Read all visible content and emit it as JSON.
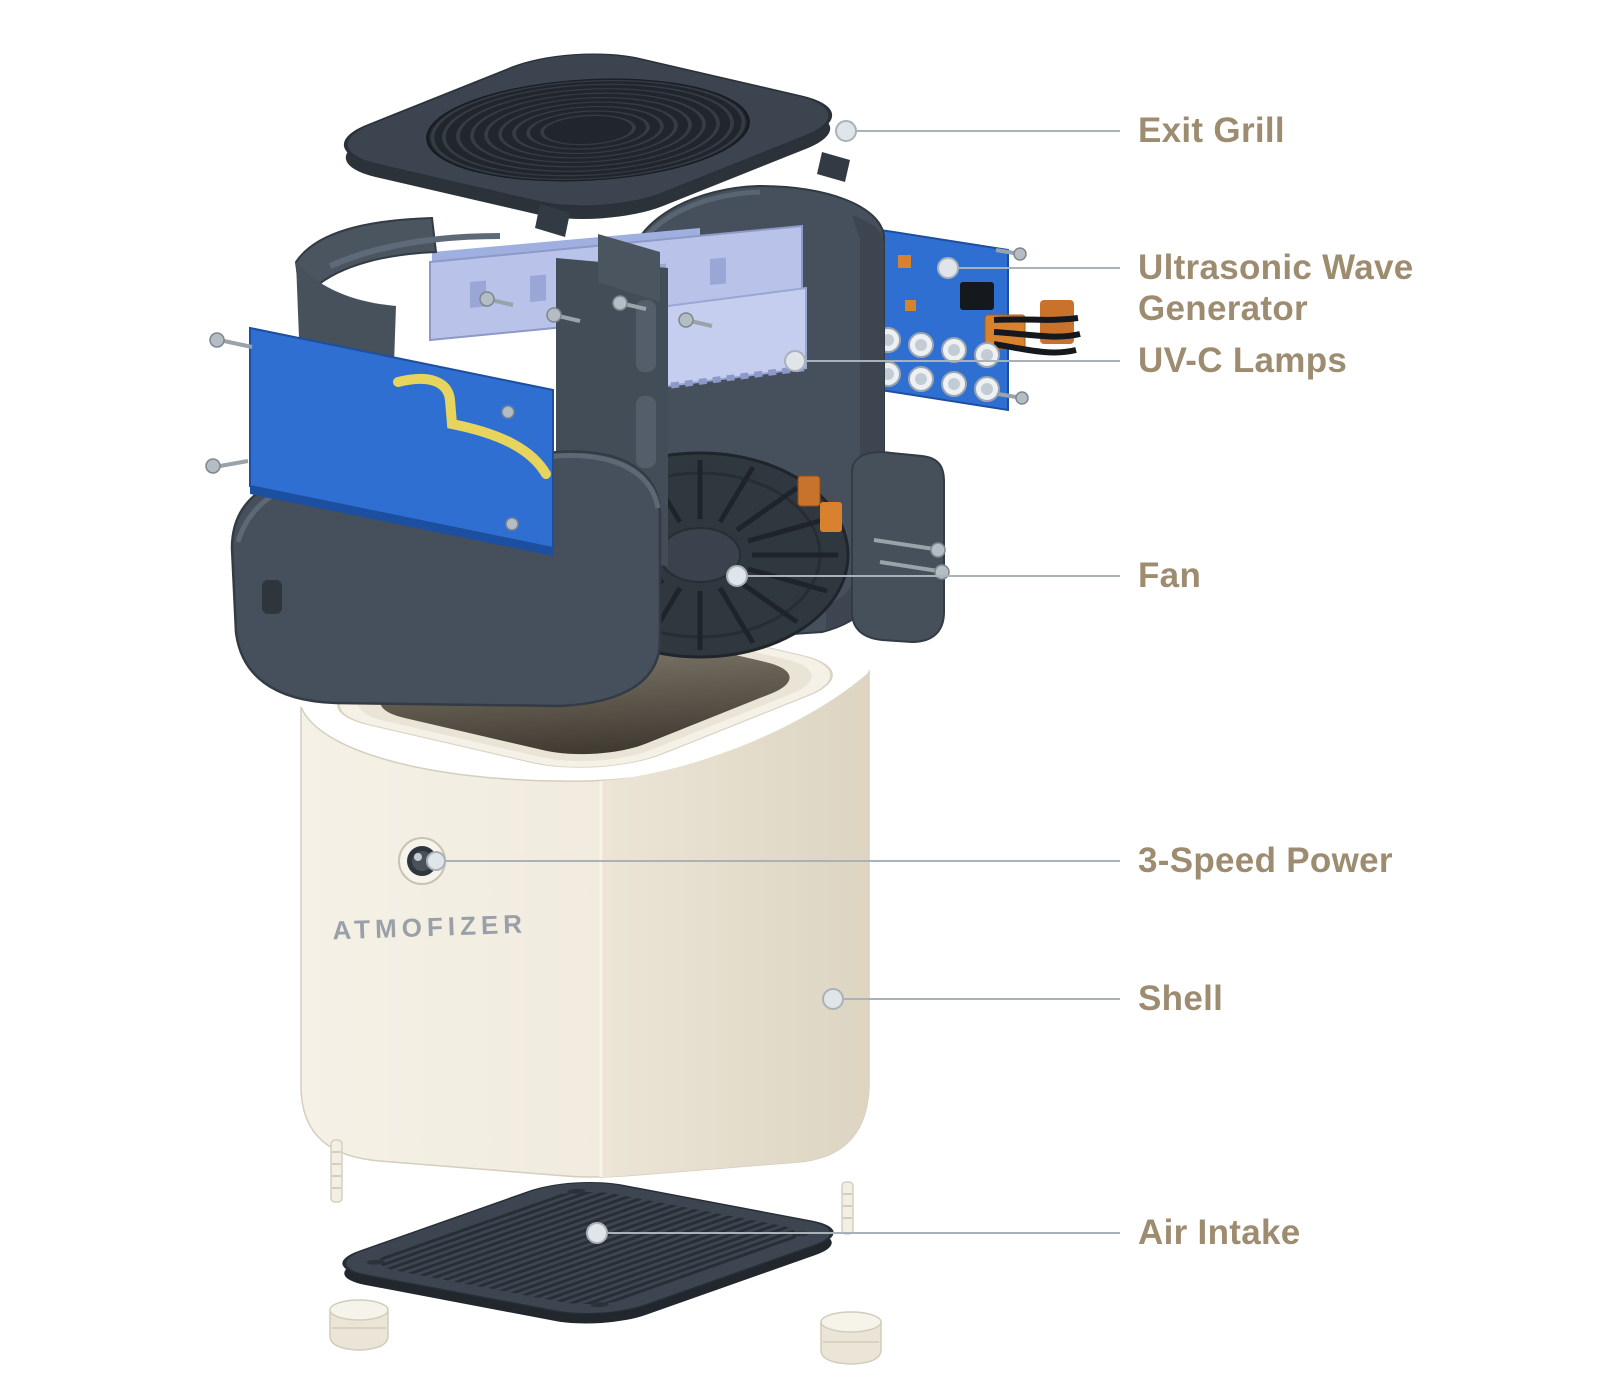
{
  "diagram": {
    "type": "exploded-product-diagram",
    "product_name": "ATMOFIZER",
    "labels": [
      {
        "text": "Exit Grill"
      },
      {
        "text": "Ultrasonic Wave Generator"
      },
      {
        "text": "UV-C Lamps"
      },
      {
        "text": "Fan"
      },
      {
        "text": "3-Speed Power"
      },
      {
        "text": "Shell"
      },
      {
        "text": "Air Intake"
      }
    ],
    "colors": {
      "label_text": "#9d8c70",
      "housing_gray": "#46505c",
      "housing_edge": "#333b44",
      "pcb_blue": "#2f6fd2",
      "panel_lavender": "#b9c3ea",
      "panel_lavender_light": "#c6cef0",
      "shell_cream": "#f1ecdf",
      "cable_yellow": "#e6d45c",
      "connector_orange": "#d8822f",
      "leader_line": "#a9b2b9"
    }
  }
}
